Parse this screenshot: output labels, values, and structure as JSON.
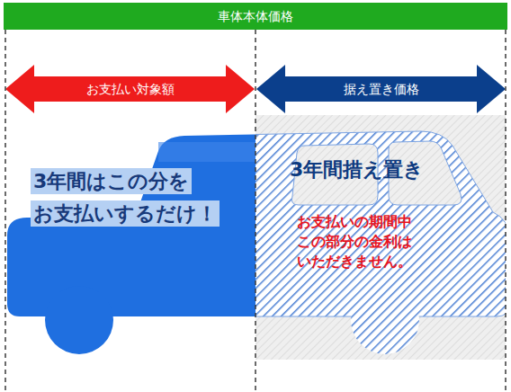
{
  "diagram": {
    "nodes": [
      {
        "text": [
          "車体本体価格"
        ]
      },
      {
        "text": [
          "お支払い対象額"
        ]
      },
      {
        "text": [
          "据え置き価格"
        ]
      },
      {
        "text": [
          "3年間はこの分を お支払いするだけ！"
        ]
      },
      {
        "text": [
          "3年間措え置き",
          "お支払いの期間中 この部分の金利は いただきません。"
        ]
      }
    ]
  }
}
